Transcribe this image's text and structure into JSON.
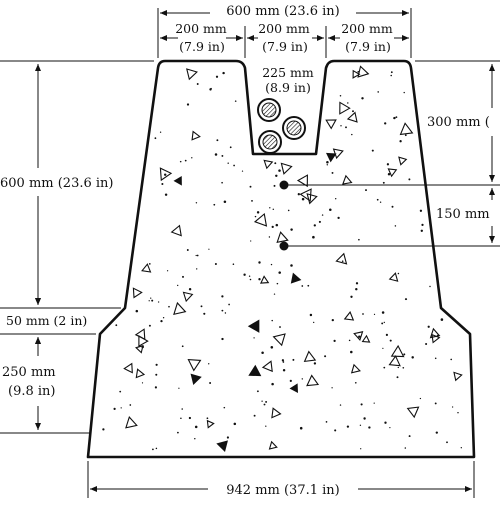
{
  "diagram": {
    "dimensions": {
      "top_total": "600 mm (23.6 in)",
      "top_left_seg_mm": "200 mm",
      "top_left_seg_in": "(7.9 in)",
      "top_mid_seg_mm": "200 mm",
      "top_mid_seg_in": "(7.9 in)",
      "top_right_seg_mm": "200 mm",
      "top_right_seg_in": "(7.9 in)",
      "slot_depth_mm": "225 mm",
      "slot_depth_in": "(8.9 in)",
      "right_upper": "300 mm (",
      "right_lower": "150 mm",
      "left_upper": "600 mm (23.6 in)",
      "left_step": "50 mm (2 in)",
      "left_lower_mm": "250 mm",
      "left_lower_in": "(9.8 in)",
      "base_width": "942 mm (37.1 in)"
    },
    "colors": {
      "line": "#111111",
      "fill": "#ffffff"
    }
  }
}
